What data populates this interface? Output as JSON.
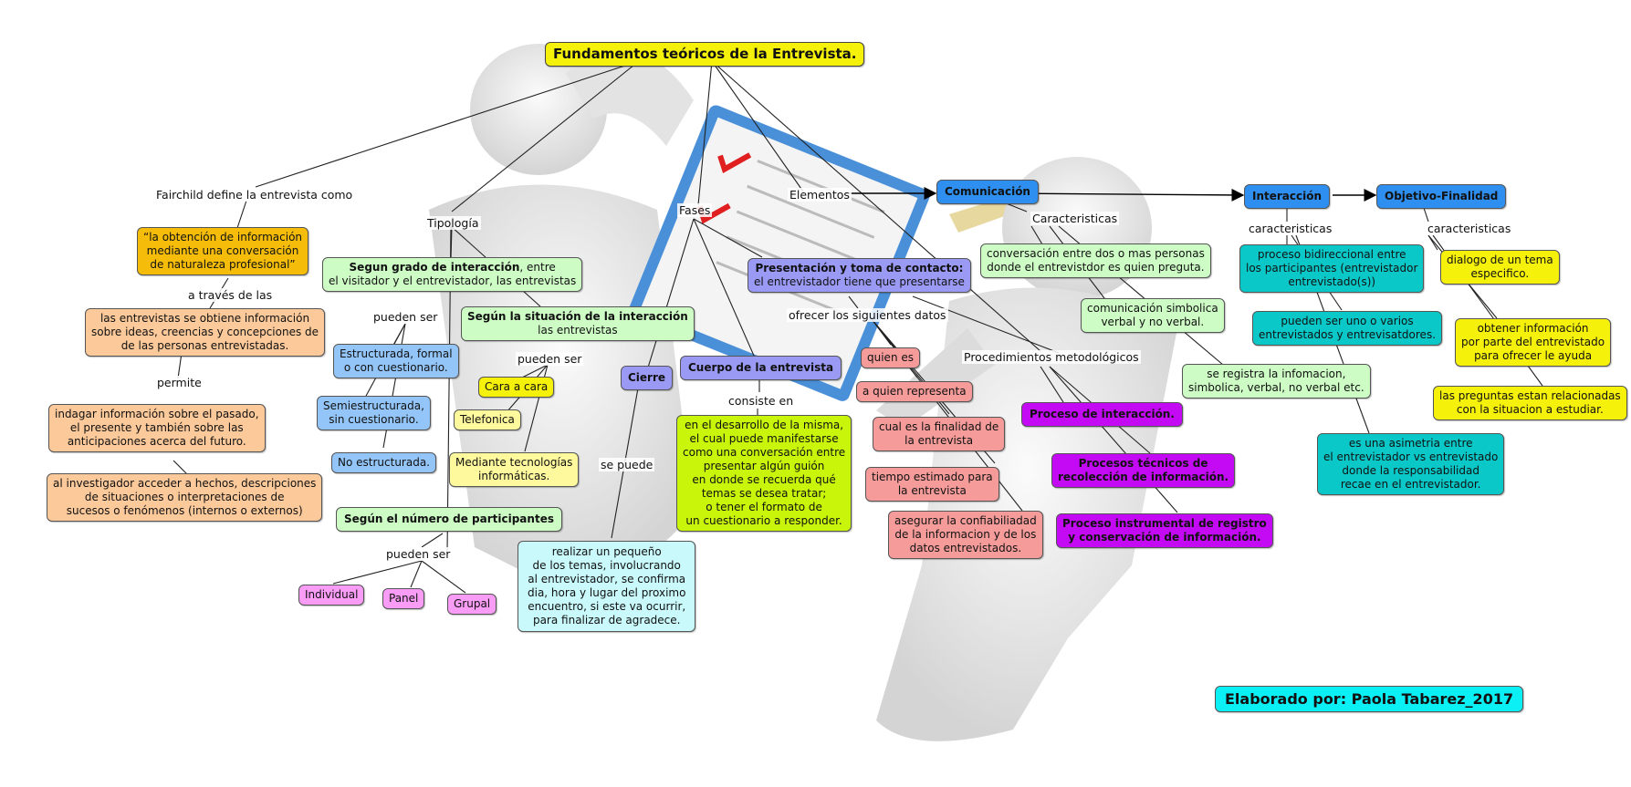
{
  "colors": {
    "yellow": "#f5f10a",
    "orange": "#f5bd0a",
    "peach": "#fcc99a",
    "lightgreen": "#cdfcc5",
    "lightblue": "#94c5f8",
    "lightyellow": "#fdf99c",
    "pink": "#f89cf5",
    "lavender": "#9a9af5",
    "lime": "#c8f50a",
    "lightcyan": "#c9f9fb",
    "salmon": "#f59c9a",
    "purple": "#c40af5",
    "blue": "#2e8ff0",
    "teal": "#0ac8c8",
    "cyan": "#0af0f5"
  },
  "title": "Fundamentos teóricos de la Entrevista.",
  "labels": {
    "fairchild": "Fairchild define la entrevista como",
    "tipologia": "Tipología",
    "fases": "Fases",
    "elementos": "Elementos",
    "a_traves": "a través de las",
    "permite": "permite",
    "pueden_ser_1": "pueden ser",
    "pueden_ser_2": "pueden ser",
    "pueden_ser_3": "pueden ser",
    "se_puede": "se puede",
    "consiste_en": "consiste en",
    "ofrecer": "ofrecer los siguientes datos",
    "procedimientos": "Procedimientos metodológicos",
    "caracteristicas_1": "Caracteristicas",
    "caracteristicas_2": "caracteristicas",
    "caracteristicas_3": "caracteristicas"
  },
  "nodes": {
    "definicion": [
      "“la obtención de información",
      "mediante una conversación",
      "de naturaleza profesional”"
    ],
    "entrevistas_info": [
      "las entrevistas se obtiene información",
      "sobre ideas, creencias y concepciones de",
      "de las personas entrevistadas."
    ],
    "indagar": [
      "indagar información sobre el pasado,",
      "el presente y también sobre las",
      "anticipaciones acerca del futuro."
    ],
    "investigador": [
      "al investigador acceder a hechos, descripciones",
      "de situaciones o interpretaciones de",
      "sucesos o fenómenos (internos o externos)"
    ],
    "grado_bold": "Segun grado de interacción",
    "grado_rest": ", entre",
    "grado_line2": "el visitador y el entrevistador, las entrevistas",
    "estructurada": [
      "Estructurada, formal",
      "o con cuestionario."
    ],
    "semiestructurada": [
      "Semiestructurada,",
      "sin cuestionario."
    ],
    "no_estructurada": "No estructurada.",
    "situacion_bold": "Según la situación de la interacción",
    "situacion_line2": "las entrevistas",
    "cara": "Cara a cara",
    "telefonica": "Telefonica",
    "tecnologias": [
      "Mediante tecnologías",
      "informáticas."
    ],
    "participantes": "Según el número de participantes",
    "individual": "Individual",
    "panel": "Panel",
    "grupal": "Grupal",
    "cierre": "Cierre",
    "cierre_desc": [
      "realizar un pequeño",
      "de los temas, involucrando",
      "al entrevistador, se confirma",
      "dia, hora y lugar del proximo",
      "encuentro, si este va ocurrir,",
      "para finalizar de agradece."
    ],
    "cuerpo": "Cuerpo de la entrevista",
    "cuerpo_desc": [
      "en el desarrollo de la misma,",
      "el cual puede manifestarse",
      "como una conversación entre",
      "presentar algún guión",
      "en donde se recuerda qué",
      "temas se desea tratar;",
      "o tener el formato de",
      "un cuestionario a responder."
    ],
    "presentacion_bold": "Presentación y toma de contacto:",
    "presentacion_line2": "el entrevistador tiene que presentarse",
    "quien_es": "quien es",
    "a_quien": "a quien representa",
    "finalidad": [
      "cual es la finalidad de",
      "la entrevista"
    ],
    "tiempo": [
      "tiempo estimado para",
      "la entrevista"
    ],
    "asegurar": [
      "asegurar la confiabiliadad",
      "de la informacion y de los",
      "datos entrevistados."
    ],
    "comunicacion": "Comunicación",
    "com_c1": [
      "conversación entre dos o mas personas",
      "donde el entrevistdor es quien preguta."
    ],
    "com_c2": [
      "comunicación simbolica",
      "verbal y no verbal."
    ],
    "com_c3": [
      "se registra la infomacion,",
      "simbolica, verbal, no verbal etc."
    ],
    "proc_interaccion": "Proceso de interacción.",
    "proc_tecnicos": [
      "Procesos técnicos de",
      "recolección de información."
    ],
    "proc_instrumental": [
      "Proceso instrumental de registro",
      "y conservación de información."
    ],
    "interaccion": "Interacción",
    "int_c1": [
      "proceso bidireccional entre",
      "los participantes (entrevistador",
      "entrevistado(s))"
    ],
    "int_c2": [
      "pueden ser uno o varios",
      "entrevistados y entrevisatdores."
    ],
    "int_c3": [
      "es una asimetria entre",
      "el entrevistador vs entrevistado",
      "donde la responsabilidad",
      "recae en el  entrevistador."
    ],
    "objetivo": "Objetivo-Finalidad",
    "obj_c1": [
      "dialogo de un tema",
      "especifico."
    ],
    "obj_c2": [
      "obtener información",
      "por parte del entrevistado",
      "para ofrecer le ayuda"
    ],
    "obj_c3": [
      "las preguntas estan relacionadas",
      "con la situacion a estudiar."
    ]
  },
  "credit": "Elaborado por: Paola Tabarez_2017"
}
